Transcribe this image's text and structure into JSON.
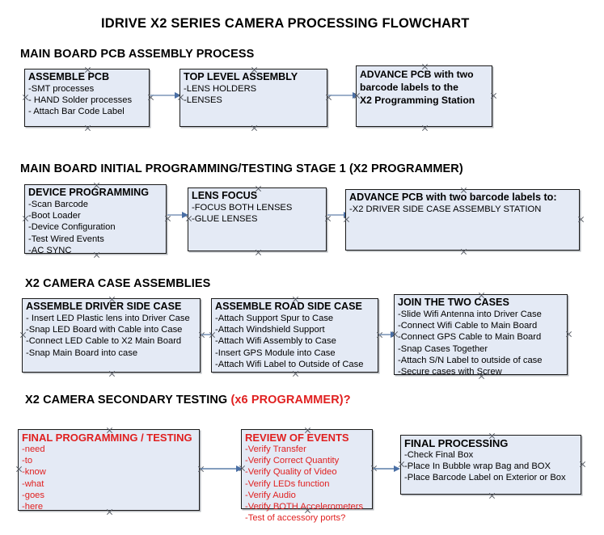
{
  "document": {
    "title": "IDRIVE X2  SERIES CAMERA PROCESSING FLOWCHART"
  },
  "sections": [
    {
      "id": "main-board-pcb-assembly",
      "heading": "MAIN BOARD PCB ASSEMBLY PROCESS",
      "heading_note": "",
      "boxes": [
        {
          "id": "assemble-pcb",
          "head": "ASSEMBLE PCB",
          "lines": [
            "-SMT processes",
            "- HAND Solder processes",
            "- Attach Bar Code Label"
          ],
          "style": "normal"
        },
        {
          "id": "top-level-assembly",
          "head": "TOP LEVEL ASSEMBLY",
          "lines": [
            "-LENS HOLDERS",
            "-LENSES"
          ],
          "style": "normal"
        },
        {
          "id": "advance-pcb-to-programming-station",
          "head": "ADVANCE PCB with two",
          "lines": [
            "barcode labels to the",
            " X2 Programming Station"
          ],
          "style": "bold-all"
        }
      ]
    },
    {
      "id": "main-board-initial-programming",
      "heading": "MAIN BOARD INITIAL PROGRAMMING/TESTING STAGE 1 (X2 PROGRAMMER)",
      "heading_note": "",
      "boxes": [
        {
          "id": "device-programming",
          "head": "DEVICE PROGRAMMING",
          "lines": [
            "-Scan Barcode",
            "-Boot Loader",
            "-Device Configuration",
            "-Test Wired Events",
            "-AC SYNC"
          ],
          "style": "normal"
        },
        {
          "id": "lens-focus",
          "head": "LENS FOCUS",
          "lines": [
            "-FOCUS BOTH LENSES",
            "-GLUE LENSES"
          ],
          "style": "normal"
        },
        {
          "id": "advance-pcb-to-driver-side-case",
          "head": "ADVANCE PCB with two barcode labels to:",
          "lines": [
            "-X2 DRIVER  SIDE  CASE  ASSEMBLY STATION"
          ],
          "style": "normal"
        }
      ]
    },
    {
      "id": "x2-camera-case-assemblies",
      "heading": "X2 CAMERA CASE ASSEMBLIES",
      "heading_note": "",
      "boxes": [
        {
          "id": "assemble-driver-side-case",
          "head": "ASSEMBLE DRIVER SIDE CASE",
          "lines": [
            "- Insert LED Plastic lens into Driver Case",
            "-Snap LED Board with Cable into Case",
            "-Connect LED Cable to X2 Main Board",
            "-Snap Main Board into case"
          ],
          "style": "normal"
        },
        {
          "id": "assemble-road-side-case",
          "head": "ASSEMBLE ROAD SIDE CASE",
          "lines": [
            "-Attach Support Spur to Case",
            "-Attach Windshield Support",
            "-Attach Wifi Assembly to Case",
            "-Insert GPS Module into Case",
            "-Attach Wifi Label to Outside of Case"
          ],
          "style": "normal"
        },
        {
          "id": "join-the-two-cases",
          "head": "JOIN THE TWO CASES",
          "lines": [
            "-Slide Wifi Antenna into Driver Case",
            "-Connect Wifi Cable to Main Board",
            "-Connect GPS Cable to Main Board",
            "-Snap Cases Together",
            "-Attach S/N Label to outside of case",
            "-Secure cases with Screw"
          ],
          "style": "normal"
        }
      ]
    },
    {
      "id": "x2-camera-secondary-testing",
      "heading": "X2 CAMERA SECONDARY TESTING ",
      "heading_note": "(x6 PROGRAMMER)?",
      "boxes": [
        {
          "id": "final-programming-testing",
          "head": "FINAL PROGRAMMING / TESTING",
          "lines": [
            "-need",
            "-to",
            "-know",
            "-what",
            "-goes",
            "-here"
          ],
          "style": "red"
        },
        {
          "id": "review-of-events",
          "head": "REVIEW OF EVENTS",
          "lines": [
            "-Verify Transfer",
            "-Verify Correct Quantity",
            "-Verify Quality of Video",
            "-Verify LEDs function",
            "-Verify Audio",
            "-Verify BOTH Accelerometers",
            "-Test of accessory ports?"
          ],
          "style": "red"
        },
        {
          "id": "final-processing",
          "head": "FINAL PROCESSING",
          "lines": [
            " -Check Final Box",
            "-Place In Bubble wrap Bag and BOX",
            "-Place Barcode Label on Exterior or Box"
          ],
          "style": "normal"
        }
      ]
    }
  ],
  "colors": {
    "box_fill": "#e4eaf5",
    "box_border": "#1a1a1a",
    "arrow": "#7d96b8",
    "red_text": "#e02020",
    "text": "#000000",
    "background": "#ffffff"
  }
}
